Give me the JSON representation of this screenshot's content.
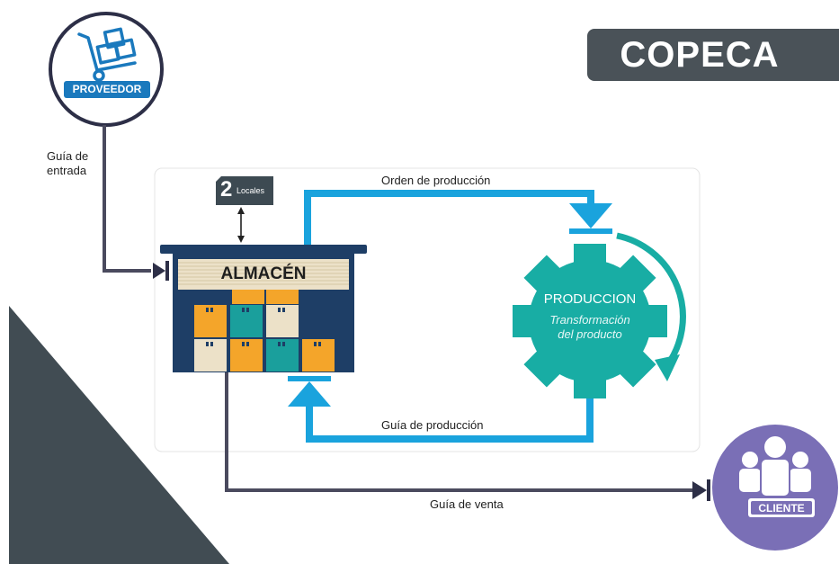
{
  "title": "COPECA",
  "nodes": {
    "proveedor": "PROVEEDOR",
    "cliente": "CLIENTE",
    "almacen": "ALMACÉN",
    "locales_number": "2",
    "locales_label": "Locales",
    "produccion_title": "PRODUCCION",
    "produccion_sub1": "Transformación",
    "produccion_sub2": "del producto"
  },
  "edges": {
    "guia_entrada_1": "Guía de",
    "guia_entrada_2": "entrada",
    "orden_produccion": "Orden de producción",
    "guia_produccion": "Guía de producción",
    "guia_venta": "Guía de venta"
  },
  "colors": {
    "dark_slate": "#4a5258",
    "navy": "#1e3e66",
    "flow_blue": "#1aa3dd",
    "teal": "#18ada4",
    "purple": "#7a6fb6",
    "proveedor_blue": "#1a79bd",
    "box_orange": "#f4a52a",
    "box_cream": "#ece1c8",
    "box_teal": "#1a9f9c"
  }
}
